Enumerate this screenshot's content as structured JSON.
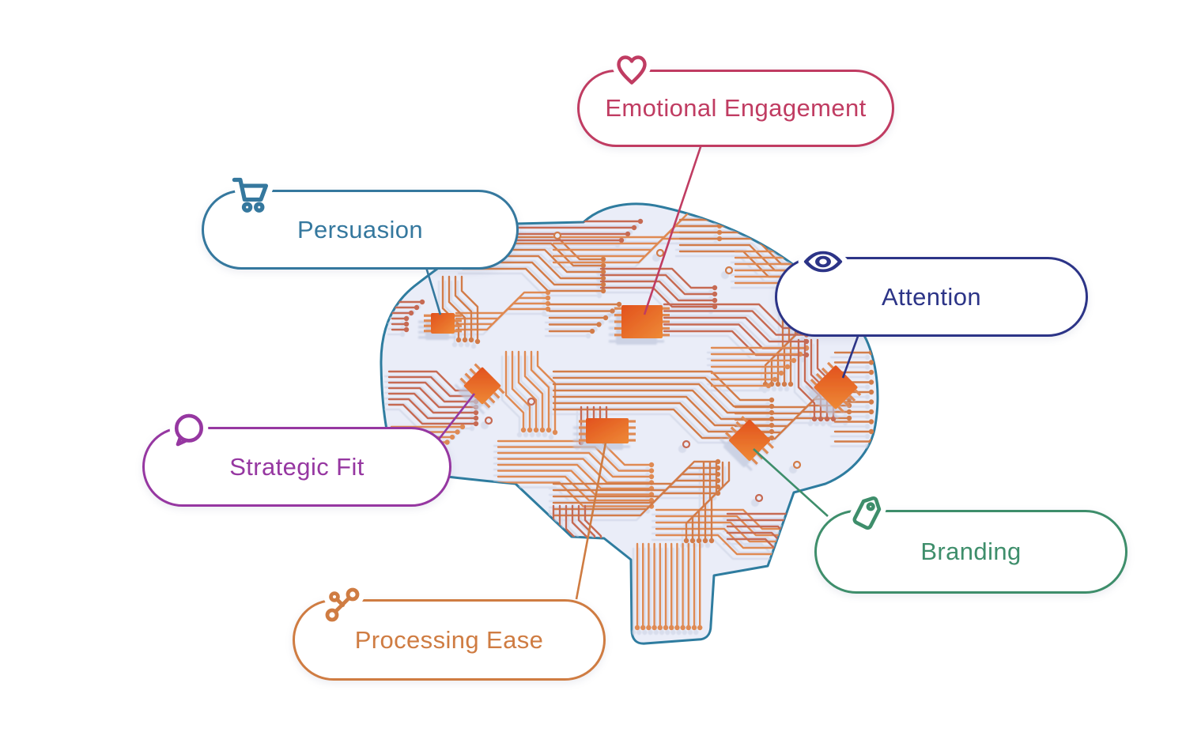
{
  "figure": {
    "type": "annotated-diagram",
    "subject": "Brain drawn as a printed circuit board with chips, each chip annotated by a labeled callout pill"
  },
  "labels": [
    {
      "text": "Emotional Engagement",
      "icon": "heart-icon",
      "color": "#C03C62"
    },
    {
      "text": "Persuasion",
      "icon": "shopping-cart-icon",
      "color": "#35789E"
    },
    {
      "text": "Attention",
      "icon": "eye-icon",
      "color": "#2C3487"
    },
    {
      "text": "Strategic Fit",
      "icon": "speech-bubble-icon",
      "color": "#9637A1"
    },
    {
      "text": "Processing Ease",
      "icon": "network-nodes-icon",
      "color": "#CF7C42"
    },
    {
      "text": "Branding",
      "icon": "price-tag-icon",
      "color": "#3E8E6B"
    }
  ],
  "brain": {
    "outline_color": "#2E7C9F",
    "fill_color": "#EAEDF8",
    "trace_color": "#D27C48",
    "trace_color_alt": "#C66A52",
    "trace_dot_color": "#DF8A52",
    "chip_color_start": "#E2511D",
    "chip_color_end": "#EE8A36",
    "shadow_color": "#C9D0E2"
  }
}
